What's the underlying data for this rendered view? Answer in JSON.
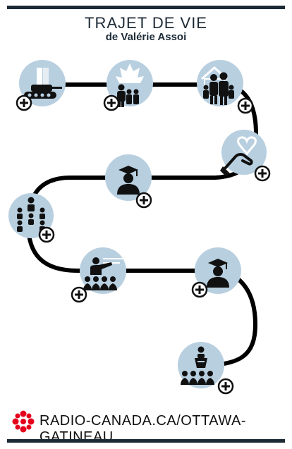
{
  "header": {
    "title": "TRAJET DE VIE",
    "subtitle": "de Valérie Assoi"
  },
  "timeline": {
    "nodes": [
      {
        "id": "military",
        "icon": "tank-icon"
      },
      {
        "id": "family-canada",
        "icon": "family-maple-leaf-icon"
      },
      {
        "id": "family-home",
        "icon": "family-house-icon"
      },
      {
        "id": "volunteer",
        "icon": "hand-heart-icon"
      },
      {
        "id": "graduate-1",
        "icon": "graduate-icon"
      },
      {
        "id": "team",
        "icon": "team-icon"
      },
      {
        "id": "teacher",
        "icon": "teacher-icon"
      },
      {
        "id": "graduate-2",
        "icon": "graduate-icon"
      },
      {
        "id": "speaker",
        "icon": "speaker-audience-icon"
      }
    ],
    "colors": {
      "circle": "#b8cfe0",
      "path": "#000000",
      "icon": "#111111"
    }
  },
  "footer": {
    "brand_url": "RADIO-CANADA.CA/OTTAWA-GATINEAU",
    "logo_icon": "radio-canada-gem-icon",
    "logo_color": "#e5001c"
  }
}
